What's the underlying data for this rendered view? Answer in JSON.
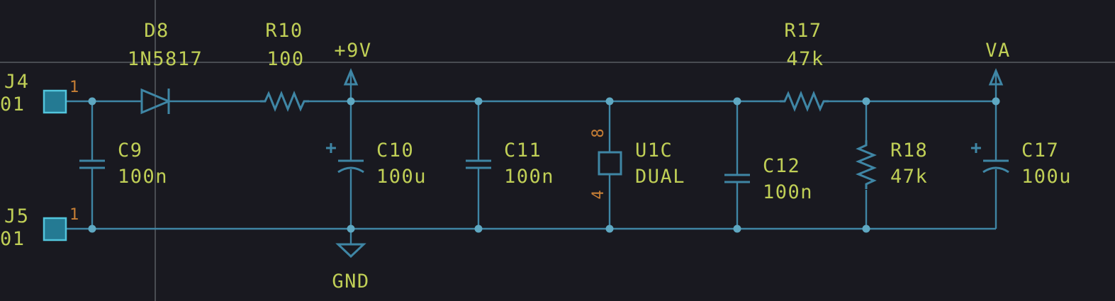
{
  "connectors": {
    "j4": {
      "ref": "J4",
      "value": "01",
      "pin": "1"
    },
    "j5": {
      "ref": "J5",
      "value": "01",
      "pin": "1"
    }
  },
  "components": {
    "d8": {
      "ref": "D8",
      "value": "1N5817"
    },
    "r10": {
      "ref": "R10",
      "value": "100"
    },
    "c9": {
      "ref": "C9",
      "value": "100n"
    },
    "c10": {
      "ref": "C10",
      "value": "100u",
      "polarity": "+"
    },
    "c11": {
      "ref": "C11",
      "value": "100n"
    },
    "u1c": {
      "ref": "U1C",
      "value": "DUAL",
      "pin_top": "8",
      "pin_bottom": "4"
    },
    "c12": {
      "ref": "C12",
      "value": "100n"
    },
    "r17": {
      "ref": "R17",
      "value": "47k"
    },
    "r18": {
      "ref": "R18",
      "value": "47k"
    },
    "c17": {
      "ref": "C17",
      "value": "100u",
      "polarity": "+"
    }
  },
  "power": {
    "p9v": {
      "label": "+9V"
    },
    "gnd": {
      "label": "GND"
    },
    "va": {
      "label": "VA"
    }
  },
  "colors": {
    "background": "#191920",
    "wire": "#3f86a5",
    "junction": "#5fa8c2",
    "label": "#c0cf56",
    "pin_number": "#c67e35",
    "connector_fill": "#247a93",
    "connector_border": "#52c5dc",
    "crosshair": "#9aa0a6"
  }
}
